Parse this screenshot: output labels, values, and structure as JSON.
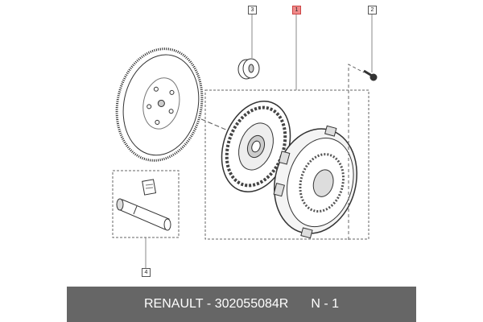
{
  "callouts": [
    {
      "label": "3"
    },
    {
      "label": "1",
      "highlight": true
    },
    {
      "label": "2"
    },
    {
      "label": "4"
    }
  ],
  "footer": {
    "brand": "RENAULT",
    "separator": " - ",
    "part_number": "302055084R",
    "quantity": "N - 1"
  },
  "colors": {
    "highlight": "#f08a8a",
    "footer_bg": "#666666"
  }
}
